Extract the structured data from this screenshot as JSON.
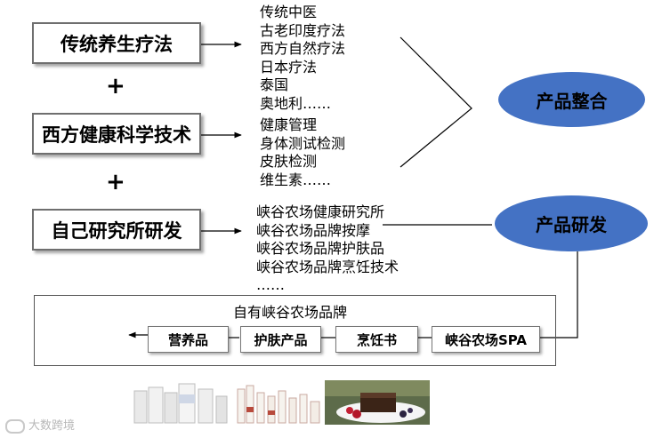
{
  "sources": {
    "traditional": "传统养生疗法",
    "western": "西方健康科学技术",
    "own": "自己研究所研发",
    "plus": "+"
  },
  "lists": {
    "traditional": [
      "传统中医",
      "古老印度疗法",
      "西方自然疗法",
      "日本疗法",
      "泰国",
      "奥地利……"
    ],
    "western": [
      "健康管理",
      "身体测试检测",
      "皮肤检测",
      "维生素……"
    ],
    "own": [
      "峡谷农场健康研究所",
      "峡谷农场品牌按摩",
      "峡谷农场品牌护肤品",
      "峡谷农场品牌烹饪技术",
      "……"
    ]
  },
  "outcomes": {
    "integration": "产品整合",
    "development": "产品研发"
  },
  "brand": {
    "title": "自有峡谷农场品牌",
    "products": [
      "营养品",
      "护肤产品",
      "烹饪书",
      "峡谷农场SPA"
    ]
  },
  "watermark": "大数跨境",
  "colors": {
    "ellipse": "#4472c4",
    "border": "#6f6f6f"
  }
}
